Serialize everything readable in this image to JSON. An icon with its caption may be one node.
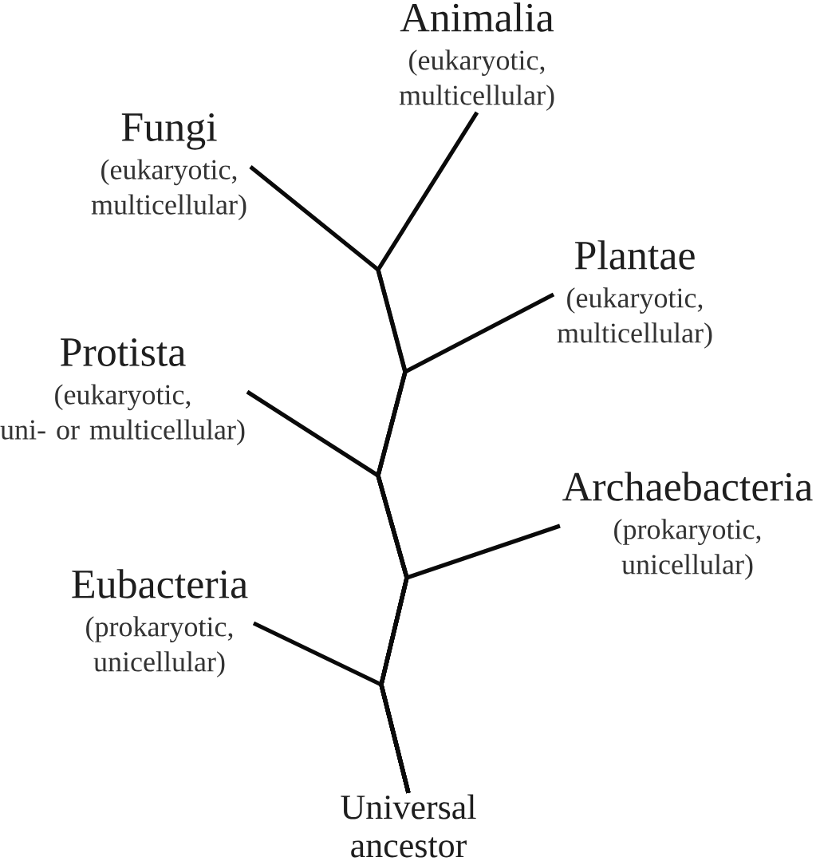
{
  "diagram": {
    "nodes": [
      {
        "text": [
          "Animalia",
          "(eukaryotic, multicellular)"
        ]
      },
      {
        "text": [
          "Fungi",
          "(eukaryotic, multicellular)"
        ]
      },
      {
        "text": [
          "Plantae",
          "(eukaryotic, multicellular)"
        ]
      },
      {
        "text": [
          "Protista",
          "(eukaryotic, uni- or multicellular)"
        ]
      },
      {
        "text": [
          "Archaebacteria",
          "(prokaryotic, unicellular)"
        ]
      },
      {
        "text": [
          "Eubacteria",
          "(prokaryotic, unicellular)"
        ]
      },
      {
        "text": [
          "Universal ancestor"
        ]
      }
    ],
    "edges": [
      {
        "from": 6,
        "to": 0,
        "arrow": "none"
      },
      {
        "from": 6,
        "to": 1,
        "arrow": "none"
      },
      {
        "from": 6,
        "to": 2,
        "arrow": "none"
      },
      {
        "from": 6,
        "to": 3,
        "arrow": "none"
      },
      {
        "from": 6,
        "to": 4,
        "arrow": "none"
      },
      {
        "from": 6,
        "to": 5,
        "arrow": "none"
      }
    ]
  }
}
